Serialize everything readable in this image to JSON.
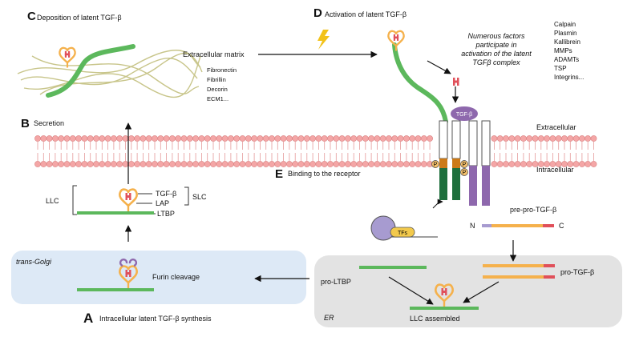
{
  "panels": {
    "a": {
      "letter": "A",
      "title": "Intracellular latent TGF-β synthesis"
    },
    "b": {
      "letter": "B",
      "title": "Secretion"
    },
    "c": {
      "letter": "C",
      "title": "Deposition of latent TGF-β"
    },
    "d": {
      "letter": "D",
      "title": "Activation of latent TGF-β"
    },
    "e": {
      "letter": "E",
      "title": "Binding to the receptor"
    }
  },
  "extracellular_matrix": {
    "heading": "Extracellular matrix",
    "components": [
      "Fibronectin",
      "Fibrillin",
      "Decorin",
      "ECM1..."
    ]
  },
  "activation": {
    "note_lines": [
      "Numerous factors",
      "participate in",
      "activation of the latent",
      "TGFβ complex"
    ],
    "factors": [
      "Calpain",
      "Plasmin",
      "Kallibrein",
      "MMPs",
      "ADAMTs",
      "TSP",
      "Integrins..."
    ]
  },
  "membrane": {
    "extracellular_label": "Extracellular",
    "intracellular_label": "Intracellular",
    "ligand_label": "TGF-β",
    "phospho_label": "P"
  },
  "llc": {
    "llc_label": "LLC",
    "slc_label": "SLC",
    "tgfb_label": "TGF-β",
    "lap_label": "LAP",
    "ltbp_label": "LTBP"
  },
  "golgi": {
    "compartment_label": "trans-Golgi",
    "process_label": "Furin cleavage"
  },
  "er": {
    "compartment_label": "ER",
    "tf_label": "TFs",
    "pre_pro_label": "pre-pro-TGF-β",
    "n_terminus": "N",
    "c_terminus": "C",
    "pro_tgfb_label": "pro-TGF-β",
    "pro_ltbp_label": "pro-LTBP",
    "assembled_label": "LLC assembled"
  },
  "colors": {
    "ltbp_green": "#5cb85c",
    "lap_orange": "#f5b14c",
    "tgfb_red": "#e0505a",
    "receptor_purple": "#8e68ad",
    "receptor_green": "#1f6f3d",
    "receptor_orange": "#cc7a18",
    "membrane_pink": "#f4a6a6",
    "golgi_blue": "#dde9f6",
    "er_gray": "#e3e3e3",
    "matrix_olive": "#c8c58a"
  }
}
